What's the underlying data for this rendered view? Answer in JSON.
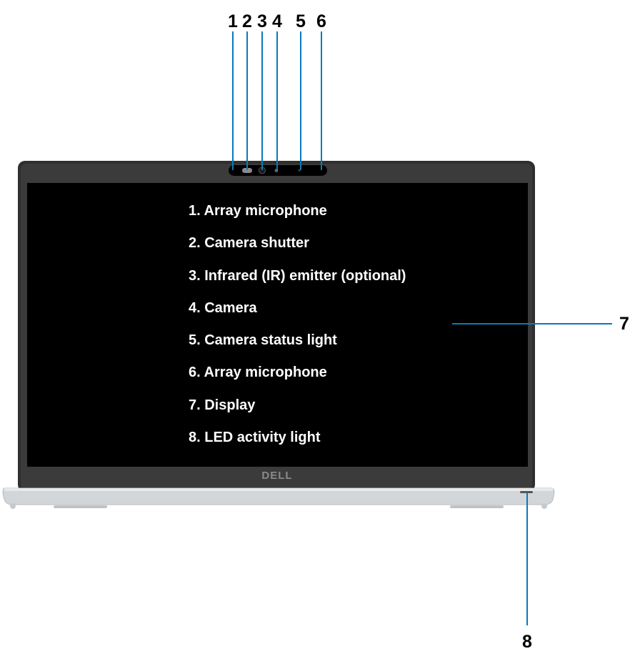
{
  "callouts_top": [
    "1",
    "2",
    "3",
    "4",
    "5",
    "6"
  ],
  "callout_display": "7",
  "callout_led": "8",
  "legend": [
    "1. Array microphone",
    "2. Camera shutter",
    "3. Infrared (IR) emitter (optional)",
    "4. Camera",
    "5. Camera status light",
    "6. Array microphone",
    "7. Display",
    "8. LED activity light"
  ],
  "brand_logo": "DELL",
  "colors": {
    "callout_line": "#0a7ab8",
    "screen": "#000000",
    "bezel": "#3a3a3a",
    "base": "#cfd2d5",
    "label_text": "#000000",
    "legend_text": "#ffffff"
  }
}
